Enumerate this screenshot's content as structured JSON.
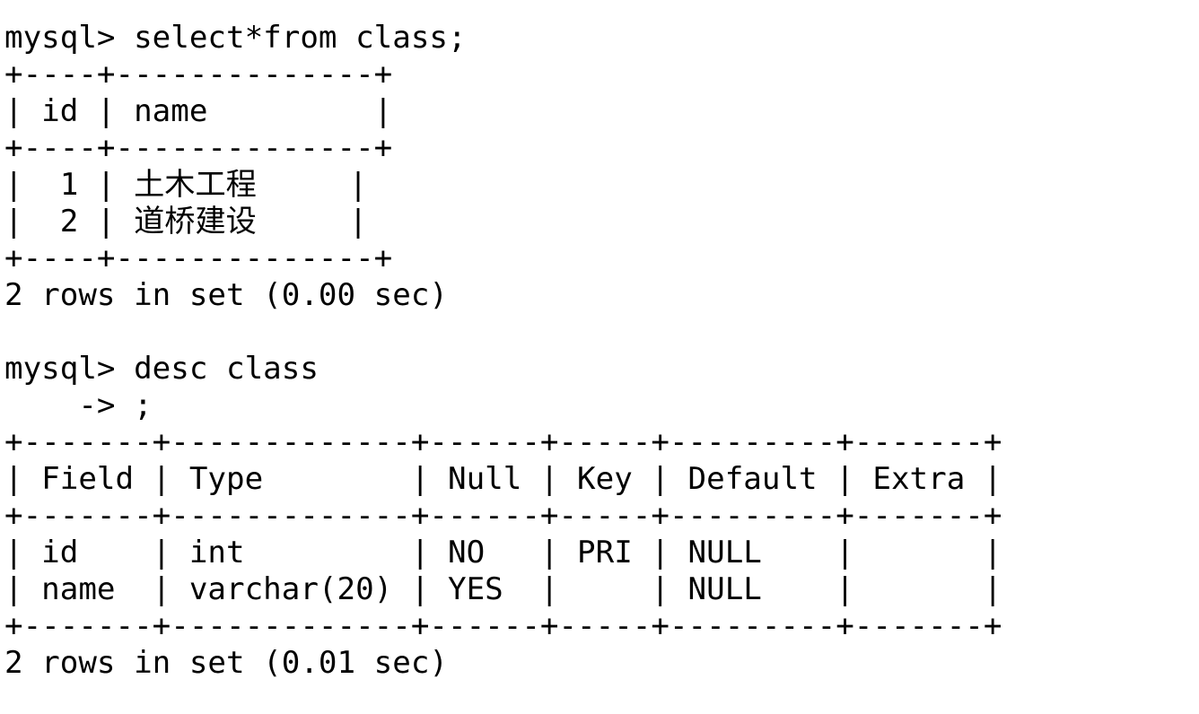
{
  "terminal": {
    "lines": [
      "mysql> select*from class;",
      "+----+--------------+",
      "| id | name         |",
      "+----+--------------+",
      "|  1 | 土木工程     |",
      "|  2 | 道桥建设     |",
      "+----+--------------+",
      "2 rows in set (0.00 sec)",
      "",
      "mysql> desc class",
      "    -> ;",
      "+-------+-------------+------+-----+---------+-------+",
      "| Field | Type        | Null | Key | Default | Extra |",
      "+-------+-------------+------+-----+---------+-------+",
      "| id    | int         | NO   | PRI | NULL    |       |",
      "| name  | varchar(20) | YES  |     | NULL    |       |",
      "+-------+-------------+------+-----+---------+-------+",
      "2 rows in set (0.01 sec)"
    ]
  }
}
